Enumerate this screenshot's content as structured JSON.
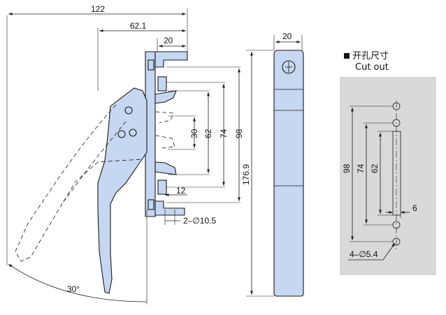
{
  "cutout": {
    "title_cn": "开孔尺寸",
    "title_en": "Cut out",
    "background_color": "#d9d9d9",
    "part_color": "#c5d7f1",
    "dims": {
      "d98": "98",
      "d74": "74",
      "d62": "62",
      "d6": "6",
      "holes": "4–∅5.4"
    }
  },
  "side_view": {
    "dims": {
      "d122": "122",
      "d62_1": "62.1",
      "d20": "20",
      "d30": "30",
      "d62": "62",
      "d74": "74",
      "d98": "98",
      "d176_9": "176.9",
      "d12": "12",
      "holes": "2–∅10.5",
      "angle": "30°"
    }
  },
  "front_view": {
    "dims": {
      "d20": "20"
    }
  }
}
